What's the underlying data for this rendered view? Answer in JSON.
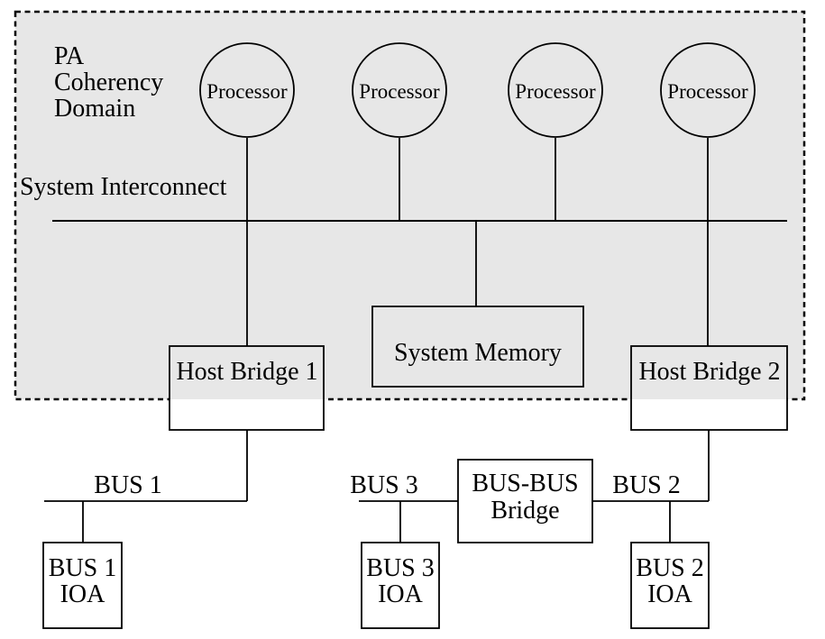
{
  "domain": {
    "label": "PA\nCoherency\nDomain"
  },
  "interconnect": {
    "label": "System Interconnect"
  },
  "processors": [
    {
      "label": "Processor"
    },
    {
      "label": "Processor"
    },
    {
      "label": "Processor"
    },
    {
      "label": "Processor"
    }
  ],
  "system_memory": {
    "label": "System Memory"
  },
  "host_bridges": [
    {
      "label": "Host Bridge 1"
    },
    {
      "label": "Host Bridge 2"
    }
  ],
  "bus_bridge": {
    "label": "BUS-BUS\nBridge"
  },
  "buses": [
    {
      "label": "BUS 1"
    },
    {
      "label": "BUS 3"
    },
    {
      "label": "BUS 2"
    }
  ],
  "ioas": [
    {
      "label": "BUS 1\nIOA"
    },
    {
      "label": "BUS 3\nIOA"
    },
    {
      "label": "BUS 2\nIOA"
    }
  ],
  "colors": {
    "domain_fill": "#e7e7e7",
    "line": "#000000",
    "background": "#ffffff",
    "text": "#000000"
  }
}
